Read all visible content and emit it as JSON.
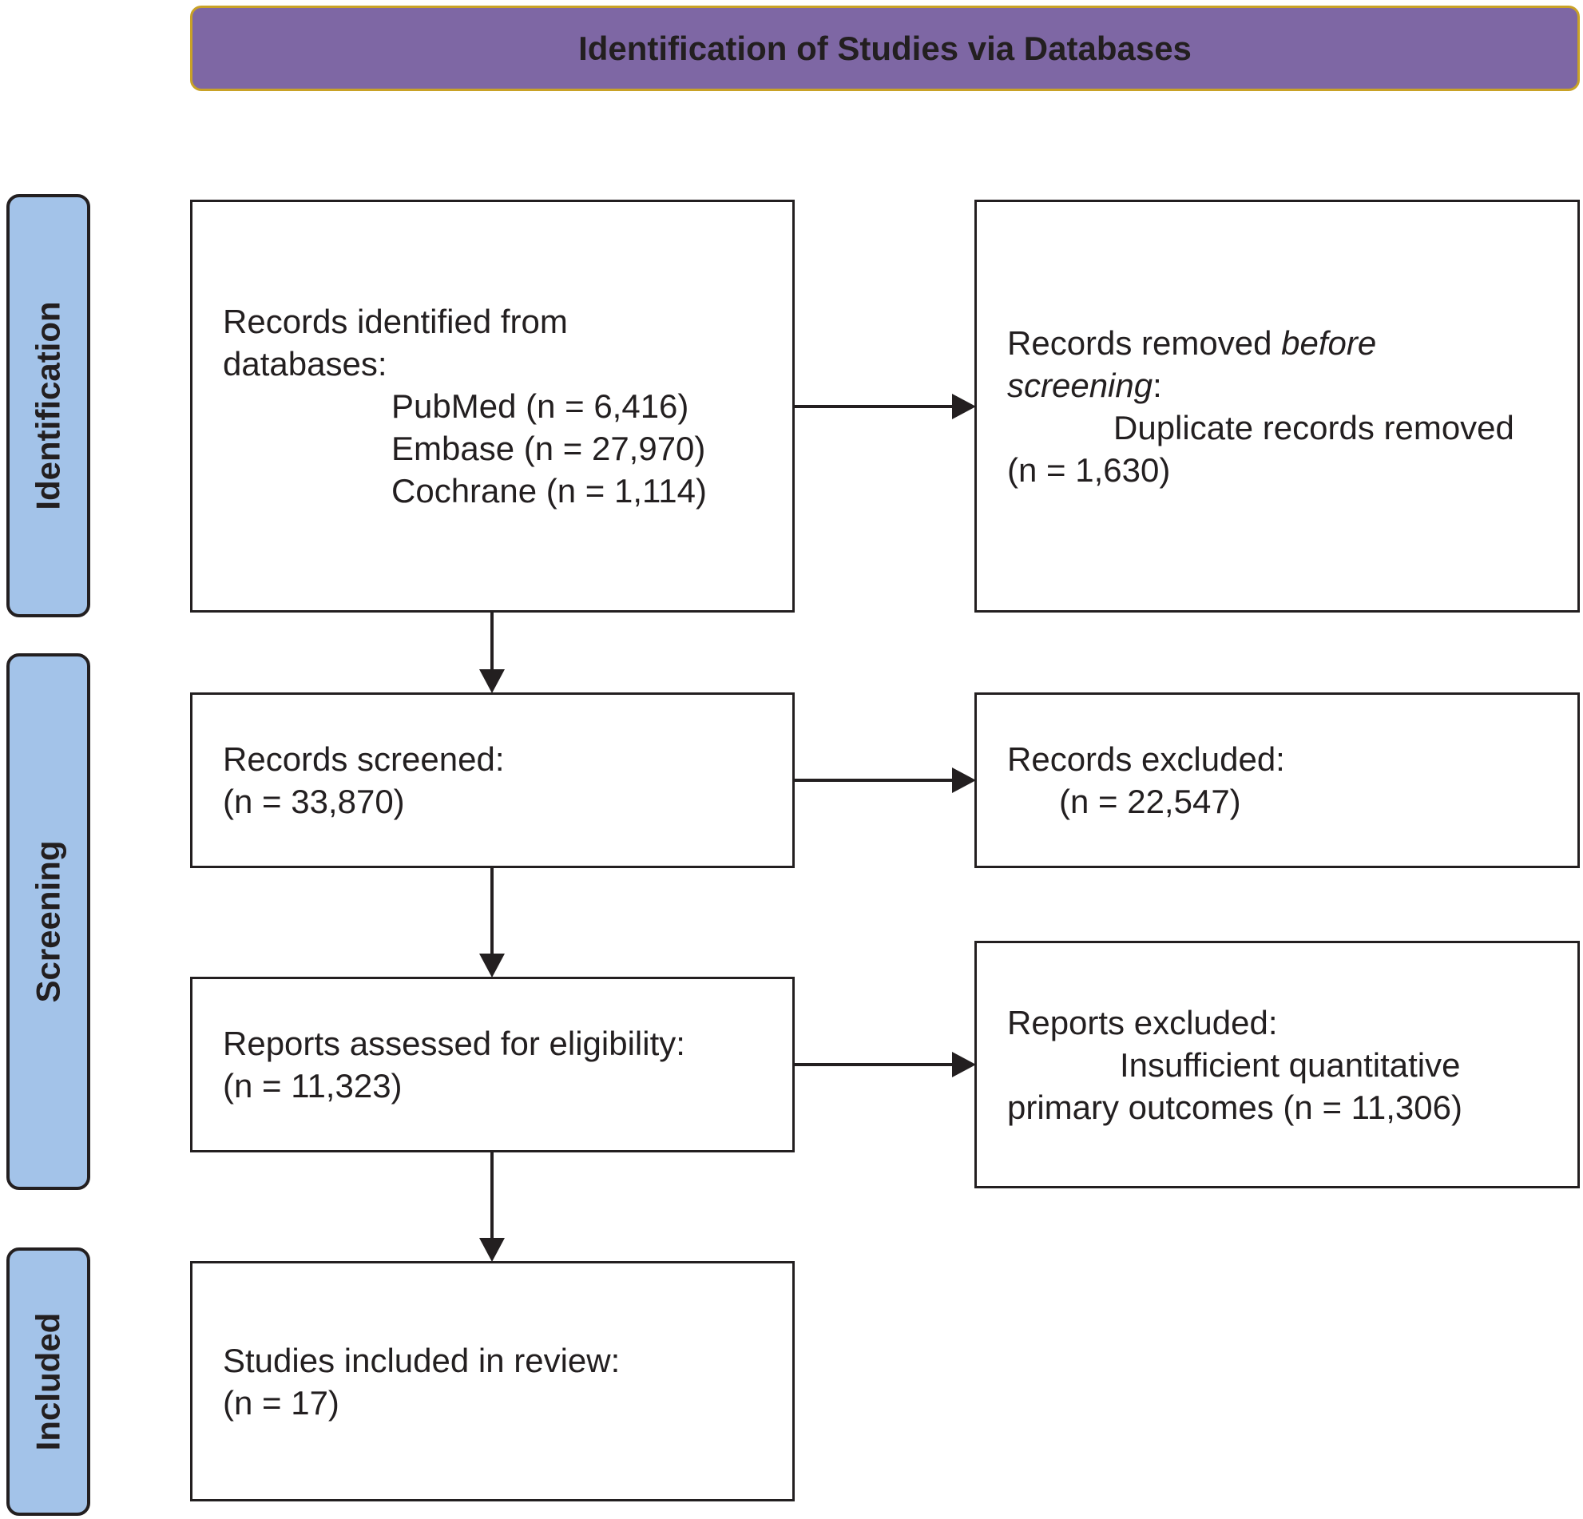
{
  "colors": {
    "header_fill": "#7e67a4",
    "header_border": "#c9a227",
    "stage_fill": "#a3c3e9",
    "text": "#231f20",
    "line": "#231f20"
  },
  "header": {
    "title": "Identification of Studies via Databases"
  },
  "stages": {
    "identification": "Identification",
    "screening": "Screening",
    "included": "Included"
  },
  "boxes": {
    "records_identified": {
      "line1": "Records identified from",
      "line2": "databases:",
      "pubmed": "PubMed (n = 6,416)",
      "embase": "Embase (n = 27,970)",
      "cochrane": "Cochrane (n = 1,114)"
    },
    "records_removed": {
      "prefix": "Records removed ",
      "emph1": "before",
      "emph2": "screening",
      "colon": ":",
      "duplicates": "Duplicate records removed",
      "count": "(n = 1,630)"
    },
    "records_screened": {
      "label": "Records screened:",
      "count": "(n = 33,870)"
    },
    "records_excluded": {
      "label": "Records excluded:",
      "count": "(n = 22,547)"
    },
    "reports_assessed": {
      "label": "Reports assessed for eligibility:",
      "count": "(n = 11,323)"
    },
    "reports_excluded": {
      "label": "Reports excluded:",
      "reason1": "Insufficient quantitative",
      "reason2": "primary outcomes (n = 11,306)"
    },
    "studies_included": {
      "label": "Studies included in review:",
      "count": "(n = 17)"
    }
  }
}
